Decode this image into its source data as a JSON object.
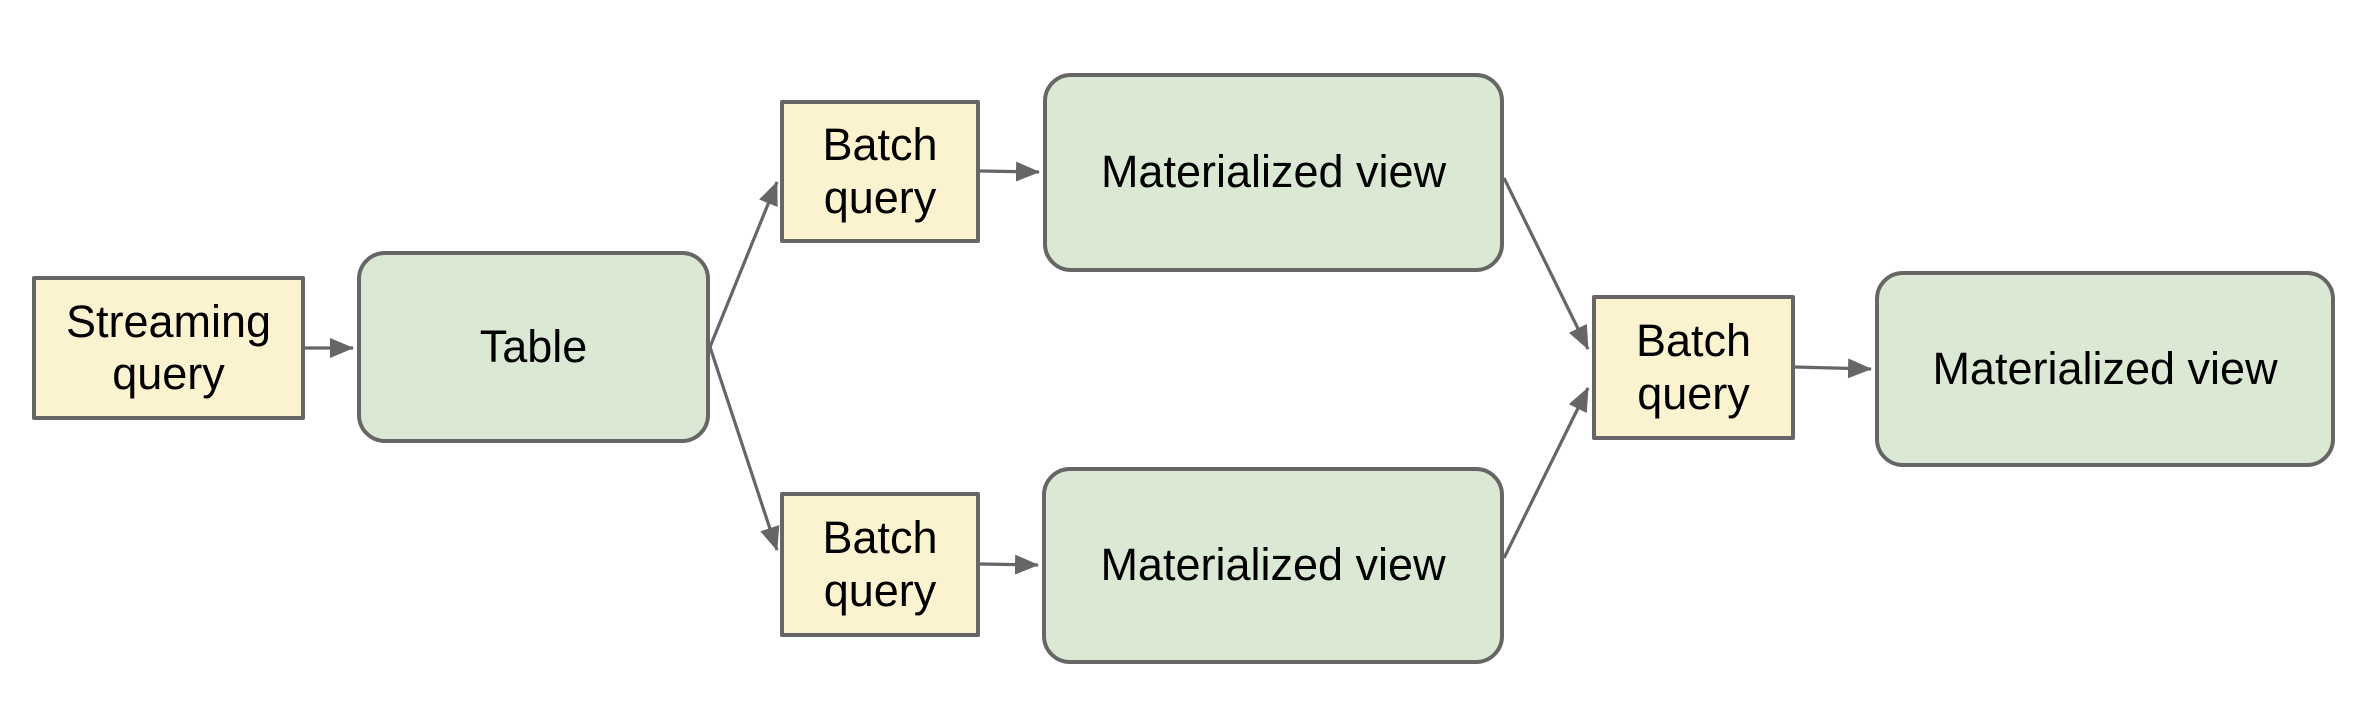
{
  "diagram": {
    "nodes": {
      "streaming_query": {
        "label": "Streaming query",
        "kind": "query"
      },
      "table": {
        "label": "Table",
        "kind": "dataset"
      },
      "batch_query_top": {
        "label": "Batch query",
        "kind": "query"
      },
      "mv_top": {
        "label": "Materialized view",
        "kind": "dataset"
      },
      "batch_query_bottom": {
        "label": "Batch query",
        "kind": "query"
      },
      "mv_bottom": {
        "label": "Materialized view",
        "kind": "dataset"
      },
      "batch_query_right": {
        "label": "Batch query",
        "kind": "query"
      },
      "mv_final": {
        "label": "Materialized view",
        "kind": "dataset"
      }
    },
    "edges": [
      {
        "from": "streaming_query",
        "to": "table"
      },
      {
        "from": "table",
        "to": "batch_query_top"
      },
      {
        "from": "table",
        "to": "batch_query_bottom"
      },
      {
        "from": "batch_query_top",
        "to": "mv_top"
      },
      {
        "from": "batch_query_bottom",
        "to": "mv_bottom"
      },
      {
        "from": "mv_top",
        "to": "batch_query_right"
      },
      {
        "from": "mv_bottom",
        "to": "batch_query_right"
      },
      {
        "from": "batch_query_right",
        "to": "mv_final"
      }
    ],
    "colors": {
      "query_fill": "#fbf2d0",
      "dataset_fill": "#dbe8d4",
      "border": "#666666",
      "connector": "#666666",
      "text": "#000000",
      "background": "#ffffff"
    }
  }
}
